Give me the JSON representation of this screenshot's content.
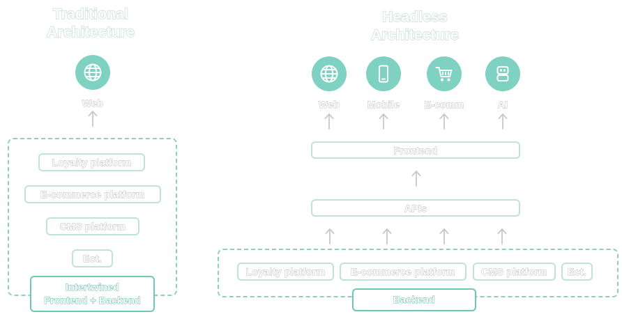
{
  "traditional": {
    "title_line1": "Traditional",
    "title_line2": "Architecture",
    "channel": {
      "icon": "globe-icon",
      "label": "Web"
    },
    "platforms": [
      "Loyalty platform",
      "E-commerce platform",
      "CMS platform",
      "Ect."
    ],
    "core_line1": "Intertwined",
    "core_line2": "Frontend + Backend"
  },
  "headless": {
    "title_line1": "Headless",
    "title_line2": "Architecture",
    "channels": [
      {
        "icon": "globe-icon",
        "label": "Web"
      },
      {
        "icon": "mobile-phone-icon",
        "label": "Mobile"
      },
      {
        "icon": "shopping-cart-icon",
        "label": "E-comm"
      },
      {
        "icon": "robot-icon",
        "label": "AI"
      }
    ],
    "frontend": "Frontend",
    "apis": "APIs",
    "platforms": [
      "Loyalty platform",
      "E-commerce platform",
      "CMS platform",
      "Ect."
    ],
    "backend": "Backend"
  },
  "colors": {
    "accent": "#7fd2c1",
    "accent_dark": "#58b7a3",
    "box_border": "#bfe3d8",
    "text_outline": "#b5b5b5"
  }
}
